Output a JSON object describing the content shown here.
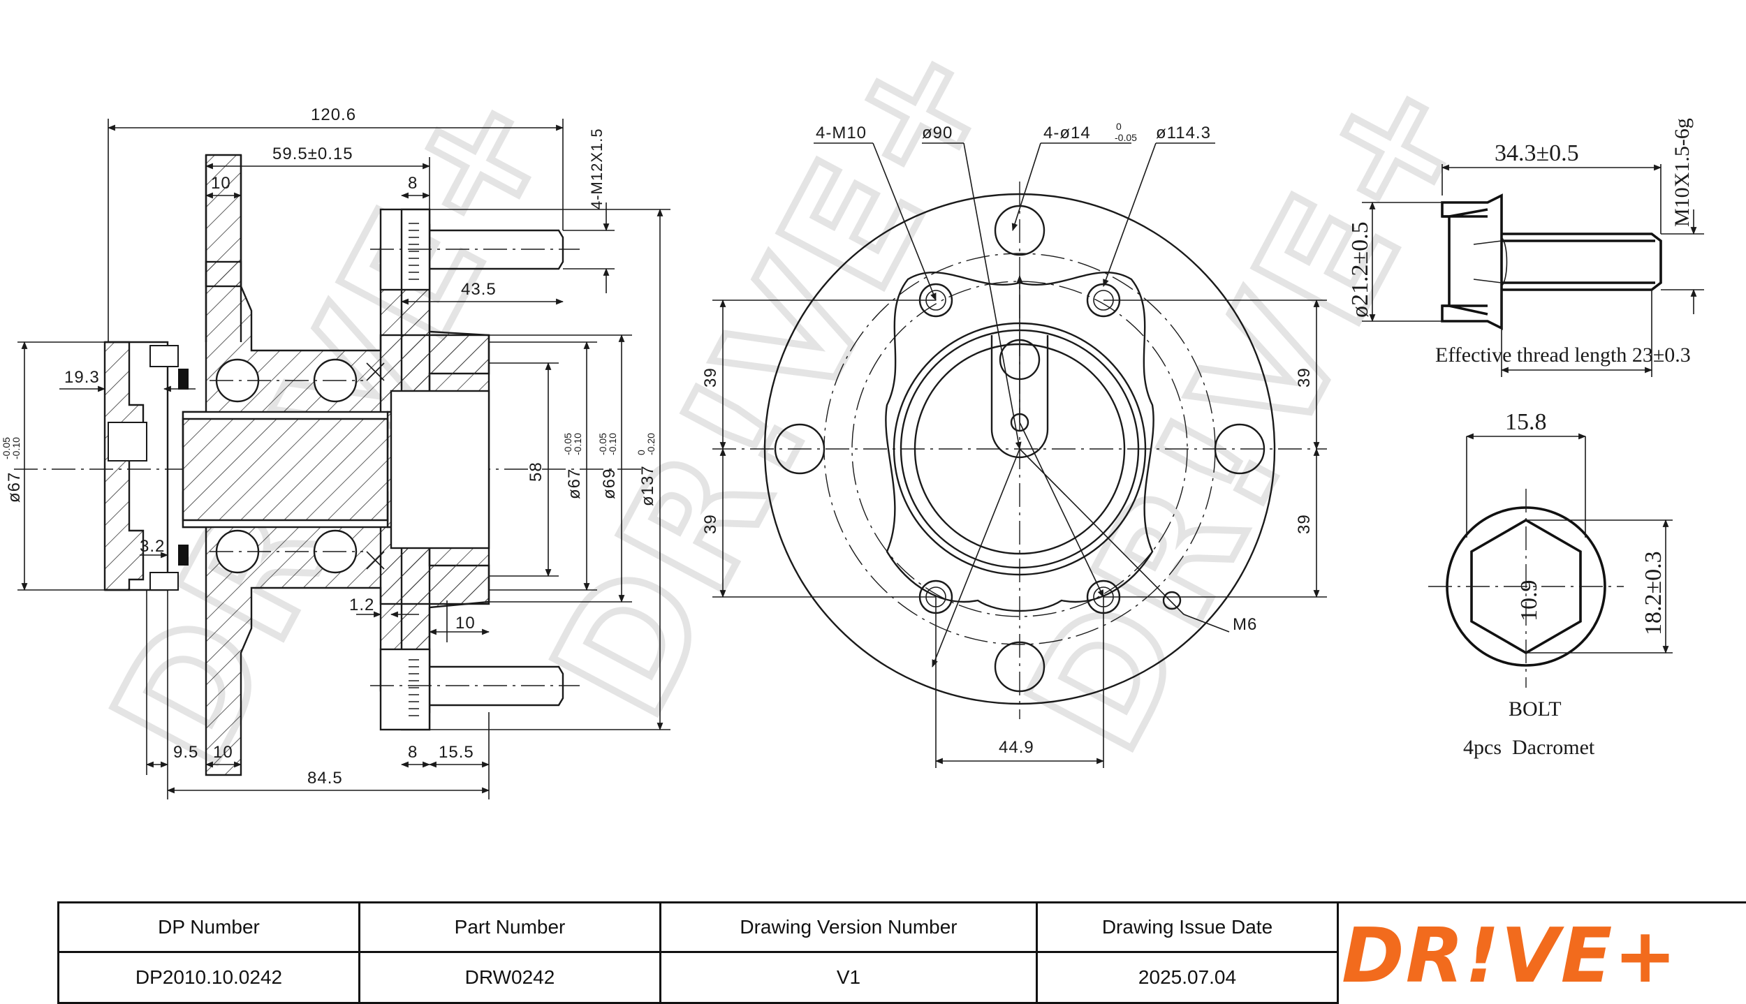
{
  "watermark": "DR!VE+",
  "side_view": {
    "dims": {
      "overall_length": "120.6",
      "flange_to_bearing": "59.5±0.15",
      "left_10": "10",
      "flange_8_top": "8",
      "bolt_spec": "4-M12X1.5",
      "stud_length": "43.5",
      "seal_offset": "19.3",
      "d67_main": "ø67",
      "d67_tol_upper": "-0.05",
      "d67_tol_lower": "-0.10",
      "flange_3_2": "3.2",
      "groove_1_2": "1.2",
      "right_10": "10",
      "bore_58": "58",
      "d67_inner": "ø67",
      "d67_inner_tol_upper": "-0.05",
      "d67_inner_tol_lower": "-0.10",
      "d69": "ø69",
      "d69_tol_upper": "-0.05",
      "d69_tol_lower": "-0.10",
      "d137": "ø137",
      "d137_tol_upper": "0",
      "d137_tol_lower": "-0.20",
      "bottom_9_5": "9.5",
      "bottom_10": "10",
      "bottom_8": "8",
      "bottom_15_5": "15.5",
      "bottom_84_5": "84.5"
    }
  },
  "front_view": {
    "dims": {
      "holes_m10": "4-M10",
      "d90": "ø90",
      "holes_d14": "4-ø14",
      "d14_tol_upper": "0",
      "d14_tol_lower": "-0.05",
      "d114": "ø114.3",
      "left_39_top": "39",
      "left_39_bottom": "39",
      "right_39_top": "39",
      "right_39_bottom": "39",
      "m6": "M6",
      "width_44_9": "44.9"
    }
  },
  "bolt_view": {
    "length": "34.3±0.5",
    "thread": "M10X1.5-6g",
    "head_diameter": "ø21.2±0.5",
    "effective_thread": "Effective thread length 23±0.3",
    "head_height": "15.8",
    "across_corners": "18.2±0.3",
    "grade": "10.9",
    "label": "BOLT",
    "note": "4pcs  Dacromet"
  },
  "title_block": {
    "headers": [
      "DP Number",
      "Part Number",
      "Drawing Version Number",
      "Drawing Issue Date"
    ],
    "values": [
      "DP2010.10.0242",
      "DRW0242",
      "V1",
      "2025.07.04"
    ],
    "logo_text": "DR!VE+",
    "logo_color": "#f26b1d"
  }
}
